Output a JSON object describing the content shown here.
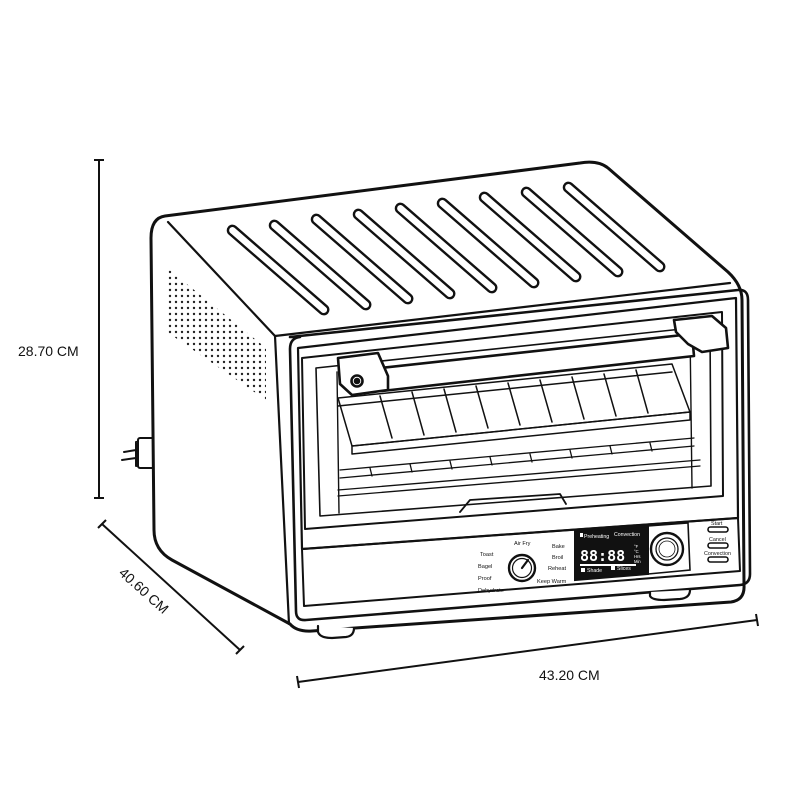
{
  "dimensions": {
    "height": "28.70 CM",
    "depth": "40.60 CM",
    "width": "43.20 CM"
  },
  "function_dial": {
    "left_labels": [
      "Toast",
      "Bagel",
      "Proof",
      "Dehydrate"
    ],
    "top_label": "Air Fry",
    "right_labels": [
      "Bake",
      "Broil",
      "Reheat",
      "Keep Warm"
    ]
  },
  "display": {
    "preheating": "Preheating",
    "convection": "Convection",
    "digits": "88:88",
    "unit_f": "°F",
    "unit_c": "°C",
    "unit_hrs": "Hrs",
    "unit_min": "Min",
    "shade": "Shade",
    "slices": "Slices"
  },
  "buttons": {
    "start": "Start",
    "cancel": "Cancel",
    "convection": "Convection"
  },
  "icons": [
    "plug-icon",
    "vent-grille-icon",
    "knob-icon"
  ]
}
